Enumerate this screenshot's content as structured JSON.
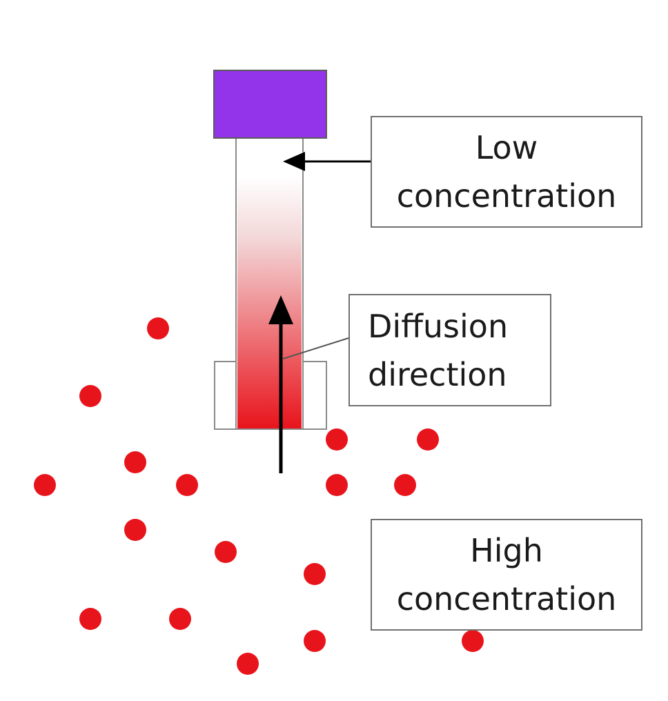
{
  "labels": {
    "low": {
      "line1": "Low",
      "line2": "concentration"
    },
    "diffusion": {
      "line1": "Diffusion",
      "line2": "direction"
    },
    "high": {
      "line1": "High",
      "line2": "concentration"
    }
  },
  "icons": {
    "cap": "purple-cap",
    "arrows": [
      "pointer-arrow",
      "diffusion-arrow"
    ],
    "particles": "red-particle-dot"
  },
  "colors": {
    "cap": "#9333ea",
    "particle": "#e8141c",
    "gradient_high": "#e8141c",
    "gradient_low": "#ffffff",
    "arrow": "#000000",
    "box_border": "#6f6f6f"
  }
}
